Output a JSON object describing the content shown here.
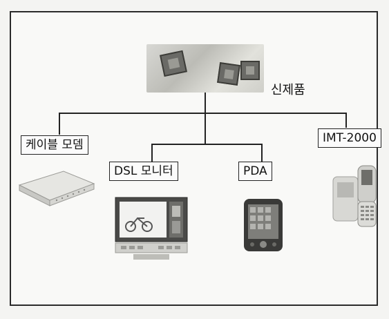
{
  "root": {
    "label": "신제품",
    "image": "chip-modules-photo"
  },
  "children": [
    {
      "label": "케이블 모뎀",
      "image": "cable-modem-photo"
    },
    {
      "label": "DSL 모니터",
      "image": "dsl-monitor-photo"
    },
    {
      "label": "PDA",
      "image": "pda-photo"
    },
    {
      "label": "IMT-2000",
      "image": "mobile-phone-photo"
    }
  ]
}
